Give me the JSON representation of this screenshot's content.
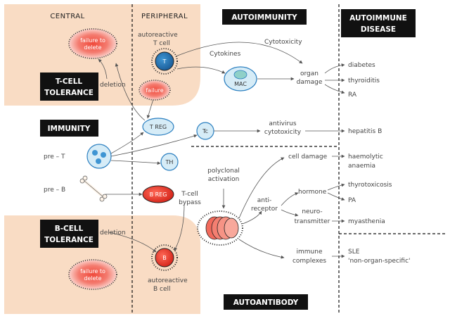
{
  "headers": {
    "central": "CENTRAL",
    "peripheral": "PERIPHERAL",
    "autoimmunity": "AUTOIMMUNITY",
    "autoimmune_disease": [
      "AUTOIMMUNE",
      "DISEASE"
    ],
    "autoantibody": "AUTOANTIBODY"
  },
  "boxes": {
    "t_cell_tolerance": [
      "T-CELL",
      "TOLERANCE"
    ],
    "immunity": "IMMUNITY",
    "b_cell_tolerance": [
      "B-CELL",
      "TOLERANCE"
    ]
  },
  "cells": {
    "t": "T",
    "mac": "MAC",
    "treg": "T REG",
    "tc": "Tc",
    "th": "TH",
    "breg": "B REG",
    "b": "B"
  },
  "labels": {
    "failure_to_delete_t": [
      "failure to",
      "delete"
    ],
    "failure": "failure",
    "failure_to_delete_b": [
      "failure to",
      "delete"
    ],
    "autoreactive_t": [
      "autoreactive",
      "T cell"
    ],
    "autoreactive_b": [
      "autoreactive",
      "B cell"
    ],
    "deletion_t": "deletion",
    "deletion_b": "deletion",
    "cytotoxicity": "Cytotoxicity",
    "cytokines": "Cytokines",
    "organ_damage": [
      "organ",
      "damage"
    ],
    "antivirus": [
      "antivirus",
      "cytotoxicity"
    ],
    "pre_t": "pre – T",
    "pre_b": "pre – B",
    "polyclonal": [
      "polyclonal",
      "activation"
    ],
    "t_cell_bypass": [
      "T-cell",
      "bypass"
    ],
    "cell_damage": "cell damage",
    "anti_receptor": [
      "anti-",
      "receptor"
    ],
    "hormone": "hormone",
    "neurotransmitter": [
      "neuro-",
      "transmitter"
    ],
    "immune_complexes": [
      "immune",
      "complexes"
    ]
  },
  "diseases": {
    "diabetes": "diabetes",
    "thyroiditis": "thyroiditis",
    "ra": "RA",
    "hepatitis_b": "hepatitis B",
    "haemolytic": [
      "haemolytic",
      "anaemia"
    ],
    "thyrotoxicosis": "thyrotoxicosis",
    "pa": "PA",
    "myasthenia": "myasthenia",
    "sle": [
      "SLE",
      "'non-organ-specific'"
    ]
  },
  "colors": {
    "peach": "#f9dcc4",
    "black": "#111111",
    "red": "#e8453c",
    "blue": "#2b7fc0",
    "light_blue": "#d6ecf7",
    "mac_green": "#8fd0c8"
  }
}
